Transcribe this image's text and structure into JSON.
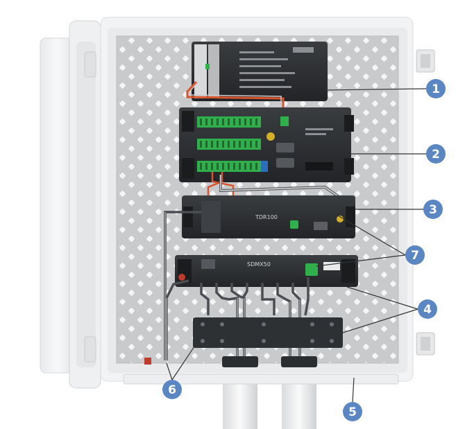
{
  "callouts": [
    {
      "id": "callout-1",
      "label": "1"
    },
    {
      "id": "callout-2",
      "label": "2"
    },
    {
      "id": "callout-3",
      "label": "3"
    },
    {
      "id": "callout-4",
      "label": "4"
    },
    {
      "id": "callout-5",
      "label": "5"
    },
    {
      "id": "callout-6",
      "label": "6"
    },
    {
      "id": "callout-7",
      "label": "7"
    }
  ],
  "devices": {
    "tdr_label": "TDR100",
    "sdm_label": "SDMX50"
  },
  "colors": {
    "callout_fill": "#5b86c4",
    "leader_line": "#333333",
    "enclosure": "#f1f2f3",
    "backplate": "#c9cbcd",
    "device_body": "#2b2e31",
    "terminal_green": "#2fb04a"
  }
}
